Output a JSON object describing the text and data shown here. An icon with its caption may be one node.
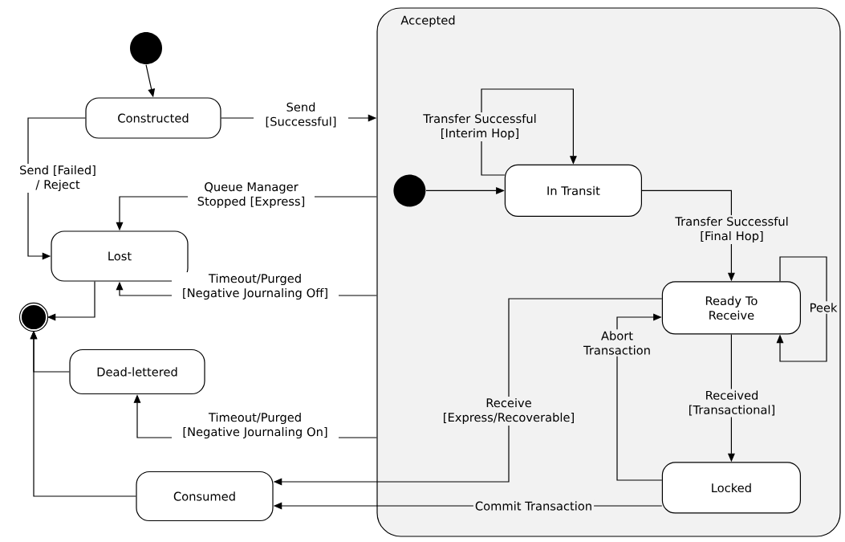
{
  "diagram": {
    "nodes": [
      {
        "text": [],
        "shape": "circle"
      },
      {
        "text": [
          "Constructed"
        ]
      },
      {
        "text": [
          "Accepted"
        ]
      },
      {
        "text": [],
        "shape": "circle",
        "in": 2
      },
      {
        "text": [
          "In Transit"
        ],
        "in": 2
      },
      {
        "text": [
          "Lost"
        ]
      },
      {
        "text": [],
        "shape": "bullseye"
      },
      {
        "text": [
          "Ready To Receive"
        ],
        "in": 2
      },
      {
        "text": [
          "Dead-lettered"
        ]
      },
      {
        "text": [
          "Locked"
        ],
        "in": 2
      },
      {
        "text": [
          "Consumed"
        ]
      }
    ],
    "edges": [
      {
        "from": 0,
        "to": 1,
        "arrow": "to"
      },
      {
        "from": 1,
        "to": 2,
        "arrow": "to",
        "label": "Send [Successful]"
      },
      {
        "from": 1,
        "to": 5,
        "arrow": "to",
        "label": "Send [Failed] / Reject"
      },
      {
        "from": 2,
        "to": 5,
        "arrow": "to",
        "label": "Queue Manager Stopped [Express]"
      },
      {
        "from": 3,
        "to": 4,
        "arrow": "to"
      },
      {
        "from": 4,
        "to": 4,
        "arrow": "to",
        "label": "Transfer Successful [Interim Hop]"
      },
      {
        "from": 4,
        "to": 7,
        "arrow": "to",
        "label": "Transfer Successful [Final Hop]"
      },
      {
        "from": 7,
        "to": 7,
        "arrow": "to",
        "label": "Peek"
      },
      {
        "from": 5,
        "to": 6,
        "arrow": "to"
      },
      {
        "from": 2,
        "to": 5,
        "arrow": "to",
        "label": "Timeout/Purged [Negative Journaling Off]"
      },
      {
        "from": 8,
        "to": 6,
        "arrow": "to"
      },
      {
        "from": 2,
        "to": 8,
        "arrow": "to",
        "label": "Timeout/Purged [Negative Journaling On]"
      },
      {
        "from": 7,
        "to": 10,
        "arrow": "to",
        "label": "Receive [Express/Recoverable]"
      },
      {
        "from": 7,
        "to": 9,
        "arrow": "to",
        "label": "Received [Transactional]"
      },
      {
        "from": 9,
        "to": 7,
        "arrow": "to",
        "label": "Abort Transaction"
      },
      {
        "from": 9,
        "to": 10,
        "arrow": "to",
        "label": "Commit Transaction"
      },
      {
        "from": 10,
        "to": 6,
        "arrow": "to"
      }
    ]
  }
}
